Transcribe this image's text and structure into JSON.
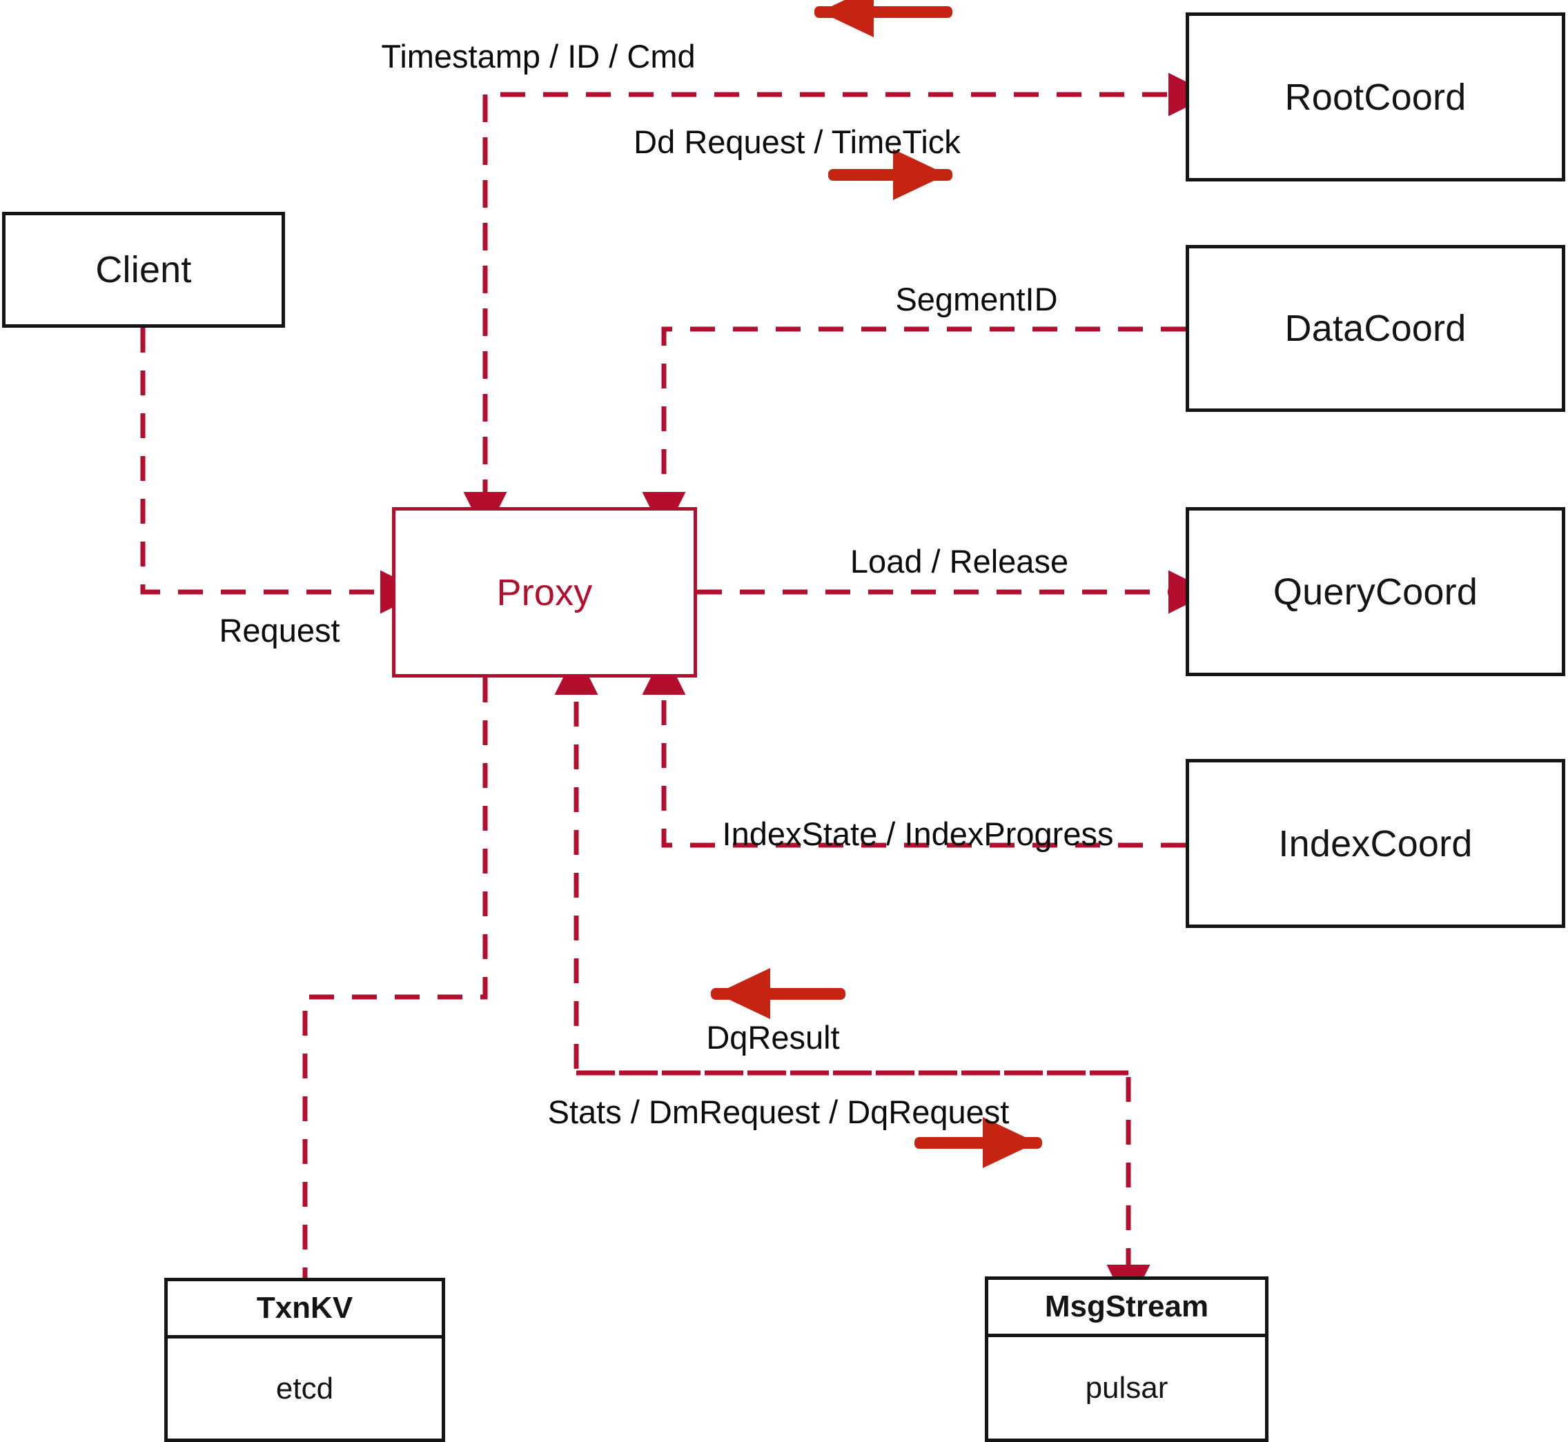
{
  "diagram": {
    "title": "Milvus Proxy interaction diagram",
    "colors": {
      "node_black": "#141414",
      "node_red": "#B30E2E",
      "dashed_edge": "#B30E2E",
      "direction_arrow": "#C62413",
      "background": "#FFFFFF",
      "label_text": "#0B0B0B"
    }
  },
  "nodes": {
    "client": {
      "label": "Client"
    },
    "proxy": {
      "label": "Proxy"
    },
    "root_coord": {
      "label": "RootCoord"
    },
    "data_coord": {
      "label": "DataCoord"
    },
    "query_coord": {
      "label": "QueryCoord"
    },
    "index_coord": {
      "label": "IndexCoord"
    },
    "txn_kv": {
      "header": "TxnKV",
      "body": "etcd"
    },
    "msg_stream": {
      "header": "MsgStream",
      "body": "pulsar"
    }
  },
  "edges": [
    {
      "id": "timestamp-id-cmd",
      "label": "Timestamp / ID / Cmd",
      "from": "RootCoord",
      "to": "Proxy",
      "direction": "left"
    },
    {
      "id": "dd-request-timetick",
      "label": "Dd Request / TimeTick",
      "from": "Proxy",
      "to": "RootCoord",
      "direction": "right"
    },
    {
      "id": "segment-id",
      "label": "SegmentID",
      "from": "DataCoord",
      "to": "Proxy",
      "direction": "left"
    },
    {
      "id": "load-release",
      "label": "Load / Release",
      "from": "Proxy",
      "to": "QueryCoord",
      "direction": "right"
    },
    {
      "id": "index-state-progress",
      "label": "IndexState / IndexProgress",
      "from": "IndexCoord",
      "to": "Proxy",
      "direction": "left"
    },
    {
      "id": "request",
      "label": "Request",
      "from": "Client",
      "to": "Proxy",
      "direction": "right"
    },
    {
      "id": "dq-result",
      "label": "DqResult",
      "from": "MsgStream",
      "to": "Proxy",
      "direction": "left"
    },
    {
      "id": "stats-dm-dq-request",
      "label": "Stats / DmRequest / DqRequest",
      "from": "Proxy",
      "to": "MsgStream",
      "direction": "right"
    },
    {
      "id": "proxy-txnkv",
      "label": "",
      "from": "Proxy",
      "to": "TxnKV",
      "direction": "none"
    }
  ]
}
